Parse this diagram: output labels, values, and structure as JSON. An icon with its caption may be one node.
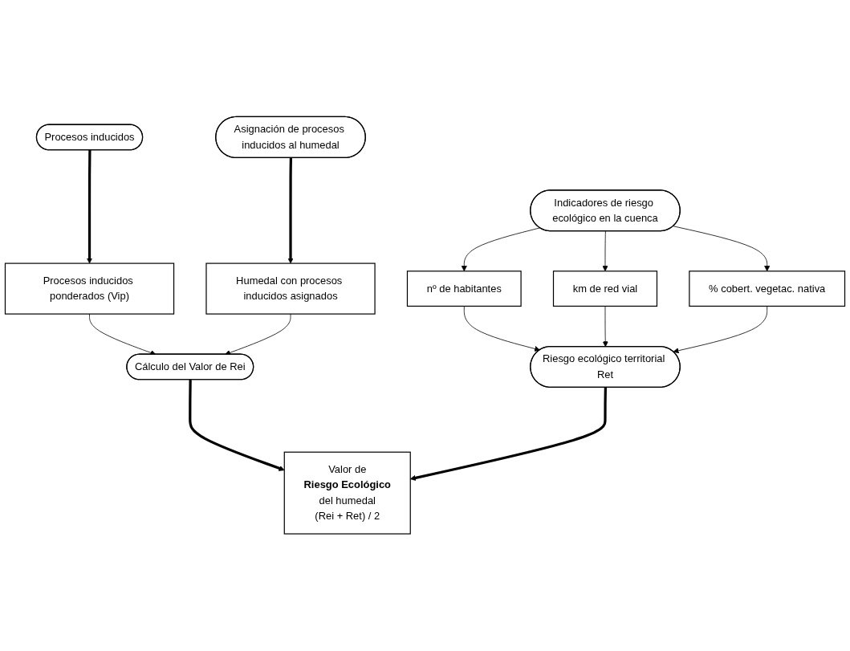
{
  "diagram": {
    "nodes": [
      {
        "text": [
          "Procesos inducidos"
        ]
      },
      {
        "text": [
          "Asignación de procesos inducidos al humedal"
        ]
      },
      {
        "text": [
          "Indicadores de riesgo ecológico en la cuenca"
        ]
      },
      {
        "text": [
          "Procesos inducidos ponderados (Vip)"
        ]
      },
      {
        "text": [
          "Humedal con procesos inducidos asignados"
        ]
      },
      {
        "text": [
          "nº de habitantes"
        ]
      },
      {
        "text": [
          "km de red vial"
        ]
      },
      {
        "text": [
          "% cobert. vegetac. nativa"
        ]
      },
      {
        "text": [
          "Cálculo del Valor de Rei"
        ]
      },
      {
        "text": [
          "Riesgo ecológico territorial Ret"
        ]
      },
      {
        "text": [
          "Valor de",
          "Riesgo Ecológico",
          "del humedal",
          "(Rei + Ret) / 2"
        ]
      }
    ],
    "edges": [
      {
        "from": 0,
        "to": 3,
        "arrow": "to",
        "style": "thick"
      },
      {
        "from": 1,
        "to": 4,
        "arrow": "to",
        "style": "thick"
      },
      {
        "from": 2,
        "to": 5,
        "arrow": "to"
      },
      {
        "from": 2,
        "to": 6,
        "arrow": "to"
      },
      {
        "from": 2,
        "to": 7,
        "arrow": "to"
      },
      {
        "from": 3,
        "to": 8,
        "arrow": "to"
      },
      {
        "from": 4,
        "to": 8,
        "arrow": "to"
      },
      {
        "from": 5,
        "to": 9,
        "arrow": "to"
      },
      {
        "from": 6,
        "to": 9,
        "arrow": "to"
      },
      {
        "from": 7,
        "to": 9,
        "arrow": "to"
      },
      {
        "from": 8,
        "to": 10,
        "arrow": "to",
        "style": "thick"
      },
      {
        "from": 9,
        "to": 10,
        "arrow": "to",
        "style": "thick"
      }
    ]
  }
}
